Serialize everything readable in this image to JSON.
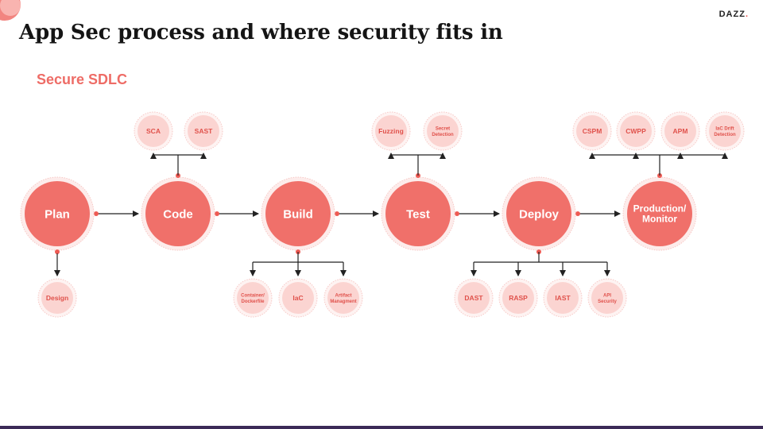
{
  "header": {
    "title": "App Sec process and where security fits in",
    "logo_text": "DAZZ",
    "logo_dot": ".",
    "subtitle": "Secure SDLC"
  },
  "colors": {
    "primary": "#f0706a",
    "light": "#fbd4d1",
    "accent_dot": "#ee5a53",
    "text_dark": "#151515",
    "footer": "#3b2a57"
  },
  "stages": [
    {
      "id": "plan",
      "label": [
        "Plan"
      ],
      "tools": [
        {
          "label": [
            "Design"
          ]
        }
      ]
    },
    {
      "id": "code",
      "label": [
        "Code"
      ],
      "tools": [
        {
          "label": [
            "SCA"
          ]
        },
        {
          "label": [
            "SAST"
          ]
        }
      ]
    },
    {
      "id": "build",
      "label": [
        "Build"
      ],
      "tools": [
        {
          "label": [
            "Container/",
            "Dockerfile"
          ]
        },
        {
          "label": [
            "IaC"
          ]
        },
        {
          "label": [
            "Artifact",
            "Managment"
          ]
        }
      ]
    },
    {
      "id": "test",
      "label": [
        "Test"
      ],
      "tools": [
        {
          "label": [
            "Fuzzing"
          ]
        },
        {
          "label": [
            "Secret",
            "Detection"
          ]
        }
      ]
    },
    {
      "id": "deploy",
      "label": [
        "Deploy"
      ],
      "tools": [
        {
          "label": [
            "DAST"
          ]
        },
        {
          "label": [
            "RASP"
          ]
        },
        {
          "label": [
            "IAST"
          ]
        },
        {
          "label": [
            "API",
            "Security"
          ]
        }
      ]
    },
    {
      "id": "production",
      "label": [
        "Production/",
        "Monitor"
      ],
      "tools": [
        {
          "label": [
            "CSPM"
          ]
        },
        {
          "label": [
            "CWPP"
          ]
        },
        {
          "label": [
            "APM"
          ]
        },
        {
          "label": [
            "IaC Drift",
            "Detection"
          ]
        }
      ]
    }
  ]
}
